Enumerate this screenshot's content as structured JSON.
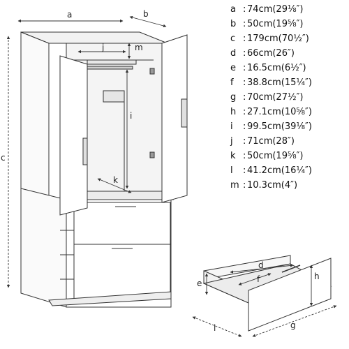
{
  "dimensions": [
    {
      "key": "a",
      "value": "74cm(29⅛″)"
    },
    {
      "key": "b",
      "value": "50cm(19⅝″)"
    },
    {
      "key": "c",
      "value": "179cm(70½″)"
    },
    {
      "key": "d",
      "value": "66cm(26″)"
    },
    {
      "key": "e",
      "value": "16.5cm(6½″)"
    },
    {
      "key": "f",
      "value": "38.8cm(15¼″)"
    },
    {
      "key": "g",
      "value": "70cm(27½″)"
    },
    {
      "key": "h",
      "value": "27.1cm(10⅝″)"
    },
    {
      "key": "i",
      "value": "99.5cm(39⅛″)"
    },
    {
      "key": "j",
      "value": "71cm(28″)"
    },
    {
      "key": "k",
      "value": "50cm(19⅝″)"
    },
    {
      "key": "l",
      "value": "41.2cm(16¼″)"
    },
    {
      "key": "m",
      "value": "10.3cm(4″)"
    }
  ],
  "drawing_labels": {
    "a": "a",
    "b": "b",
    "c": "c",
    "d": "d",
    "e": "e",
    "f": "f",
    "g": "g",
    "h": "h",
    "i": "i",
    "j": "j",
    "k": "k",
    "l": "l",
    "m": "m"
  }
}
